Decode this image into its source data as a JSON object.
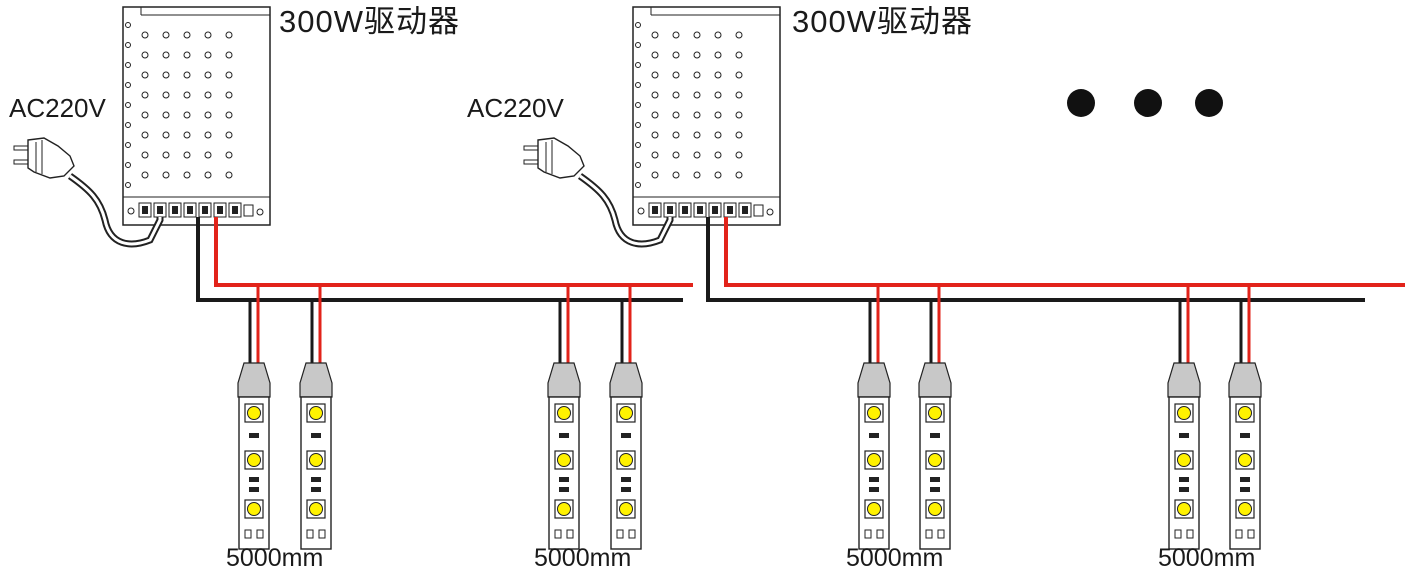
{
  "drivers": [
    {
      "label": "300W驱动器",
      "input_label": "AC220V"
    },
    {
      "label": "300W驱动器",
      "input_label": "AC220V"
    }
  ],
  "strips": [
    {
      "length_label": "5000mm"
    },
    {
      "length_label": "5000mm"
    },
    {
      "length_label": "5000mm"
    },
    {
      "length_label": "5000mm"
    }
  ],
  "colors": {
    "positive_wire": "#e2231a",
    "negative_wire": "#1a1a1a",
    "led": "#fff200",
    "ellipsis_dots": "#111111"
  },
  "icons": [
    "power-plug-icon",
    "led-chip-icon",
    "ellipsis-icon"
  ]
}
